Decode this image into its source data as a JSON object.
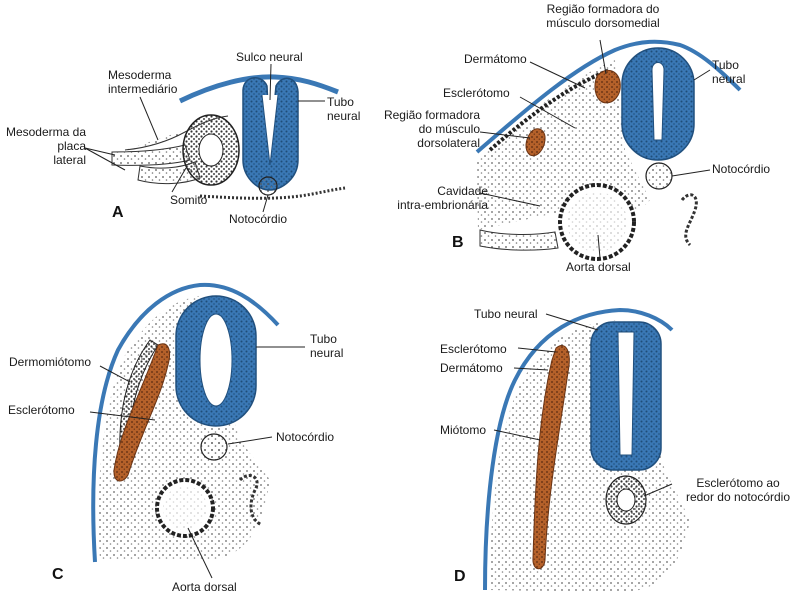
{
  "colors": {
    "neural_tube": "#3a78b5",
    "neural_tube_dark": "#21507e",
    "muscle": "#b5612a",
    "cell": "#555555",
    "line": "#222222"
  },
  "panels": [
    {
      "letter": "A",
      "labels": {
        "sulco_neural": "Sulco neural",
        "mesoderma_intermediario": "Mesoderma\nintermediário",
        "tubo_neural": "Tubo\nneural",
        "mesoderma_placa_lateral": "Mesoderma da\nplaca\nlateral",
        "somito": "Somito",
        "notocordio": "Notocórdio"
      }
    },
    {
      "letter": "B",
      "labels": {
        "regiao_dorsomedial": "Região formadora do\nmúsculo dorsomedial",
        "dermatomo": "Dermátomo",
        "tubo_neural": "Tubo\nneural",
        "esclerotomo": "Esclerótomo",
        "regiao_dorsolateral": "Região formadora\ndo músculo\ndorsolateral",
        "notocordio": "Notocórdio",
        "cavidade": "Cavidade\nintra-embrionária",
        "aorta_dorsal": "Aorta dorsal"
      }
    },
    {
      "letter": "C",
      "labels": {
        "tubo_neural": "Tubo\nneural",
        "dermomiotomo": "Dermomiótomo",
        "esclerotomo": "Esclerótomo",
        "notocordio": "Notocórdio",
        "aorta_dorsal": "Aorta dorsal"
      }
    },
    {
      "letter": "D",
      "labels": {
        "tubo_neural": "Tubo neural",
        "esclerotomo": "Esclerótomo",
        "dermatomo": "Dermátomo",
        "miotomo": "Miótomo",
        "esclerotomo_notocordio": "Esclerótomo ao\nredor do notocórdio"
      }
    }
  ]
}
